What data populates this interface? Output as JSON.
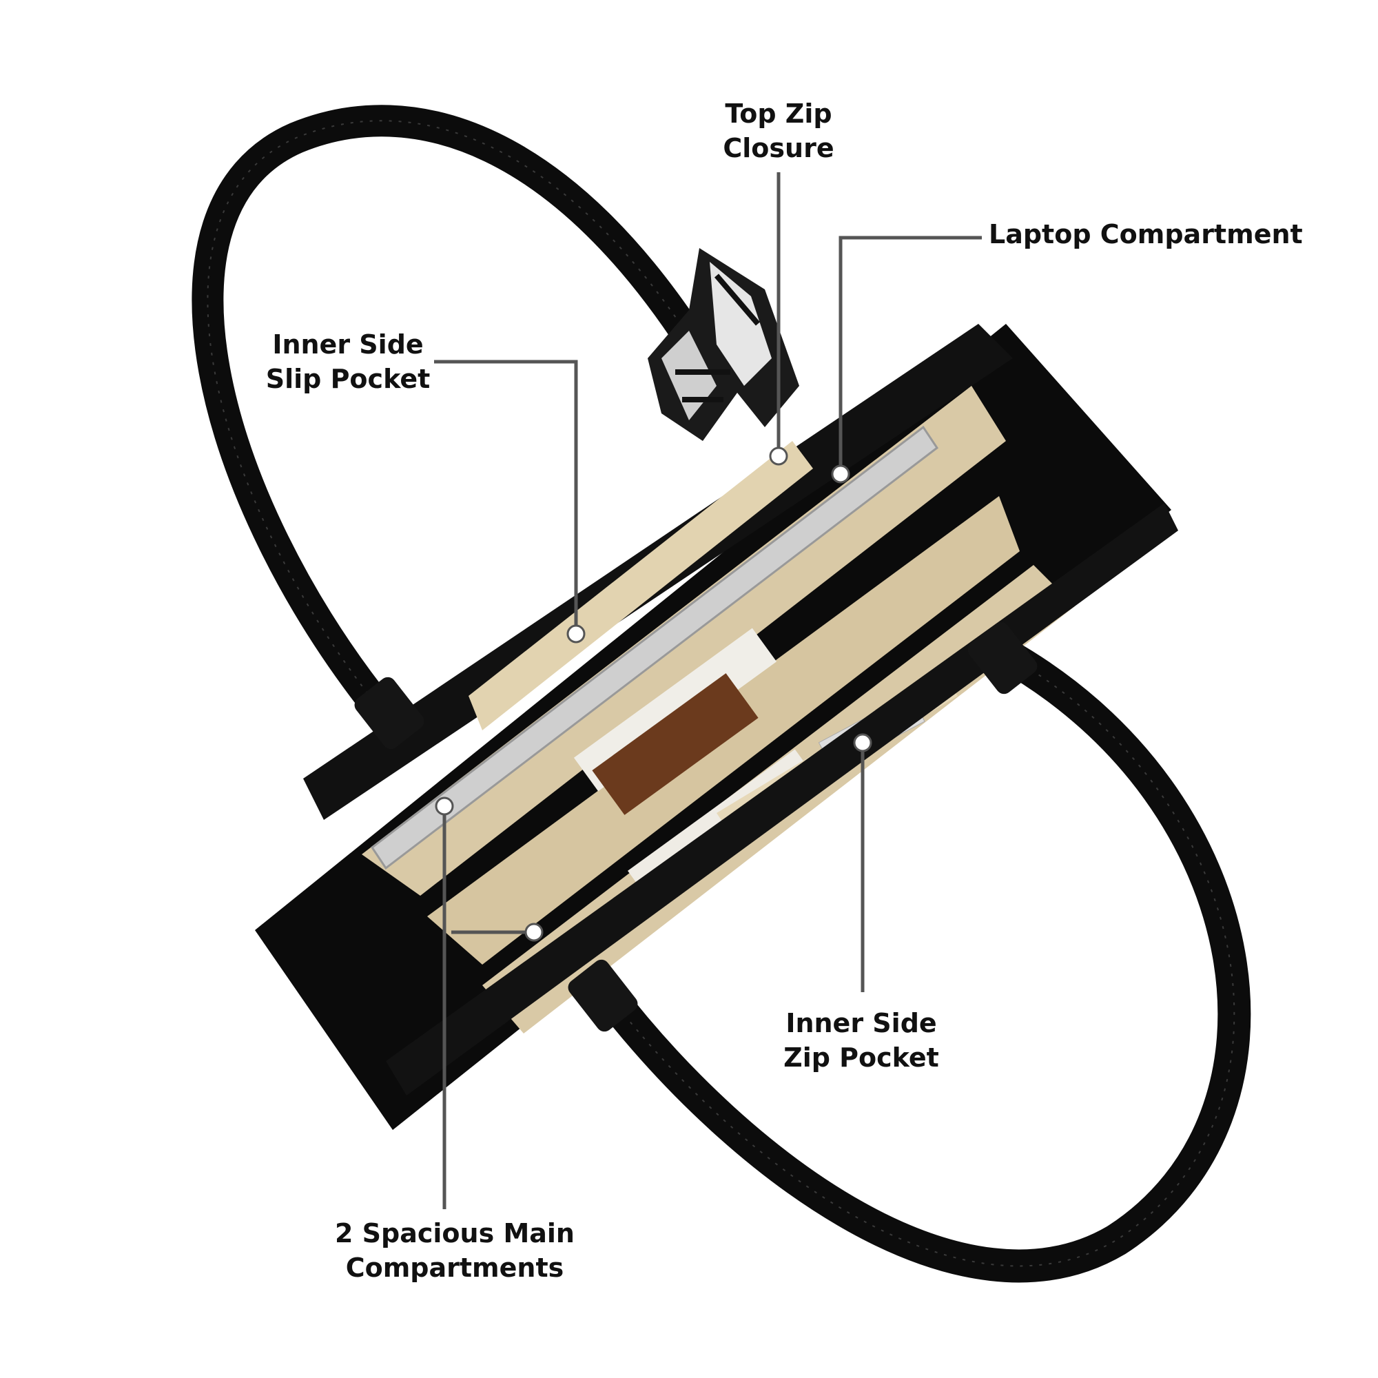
{
  "image": {
    "background": "#ffffff",
    "bag_color": "#0c0c0c",
    "lining_color": "#d9c9a6",
    "leader_color": "#555555"
  },
  "callouts": {
    "top_zip": {
      "line1": "Top Zip",
      "line2": "Closure"
    },
    "laptop": {
      "line1": "Laptop Compartment"
    },
    "slip_pocket": {
      "line1": "Inner Side",
      "line2": "Slip Pocket"
    },
    "zip_pocket": {
      "line1": "Inner Side",
      "line2": "Zip Pocket"
    },
    "main_compartments": {
      "line1": "2 Spacious Main",
      "line2": "Compartments"
    }
  }
}
